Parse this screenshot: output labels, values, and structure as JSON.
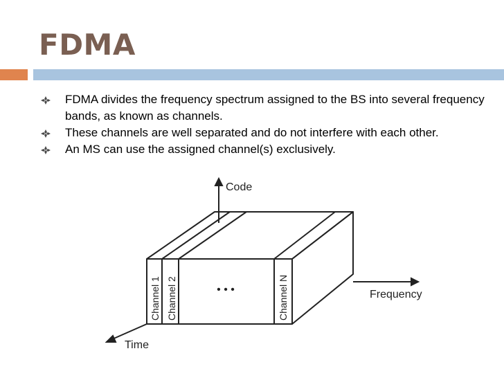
{
  "slide": {
    "title": "FDMA",
    "bullets": [
      "FDMA divides the frequency spectrum assigned to the BS into several frequency bands, as known as channels.",
      "These channels are well separated and do not interfere with each other.",
      "An MS can use the assigned channel(s) exclusively."
    ]
  },
  "diagram": {
    "axis_code": "Code",
    "axis_frequency": "Frequency",
    "axis_time": "Time",
    "channel_1": "Channel 1",
    "channel_2": "Channel 2",
    "channel_n": "Channel N",
    "ellipsis": "• • •"
  },
  "colors": {
    "title": "#7a5f52",
    "accent_orange": "#e0844e",
    "accent_blue": "#a8c4df",
    "bullet_icon": "#4a4a4a"
  }
}
